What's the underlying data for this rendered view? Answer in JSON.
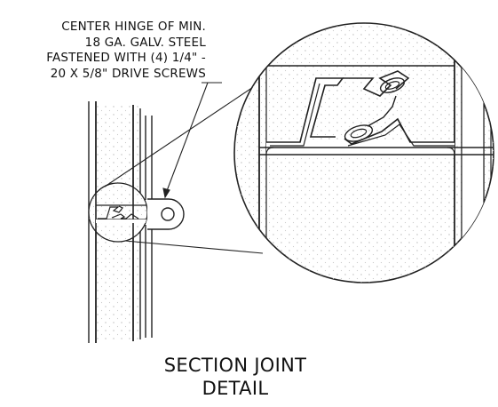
{
  "callout": {
    "lines": [
      "CENTER HINGE OF MIN.",
      "18 GA. GALV. STEEL",
      "FASTENED WITH (4) 1/4\" -",
      "20 X 5/8\" DRIVE SCREWS"
    ]
  },
  "title": {
    "line1": "SECTION JOINT",
    "line2": "DETAIL"
  }
}
